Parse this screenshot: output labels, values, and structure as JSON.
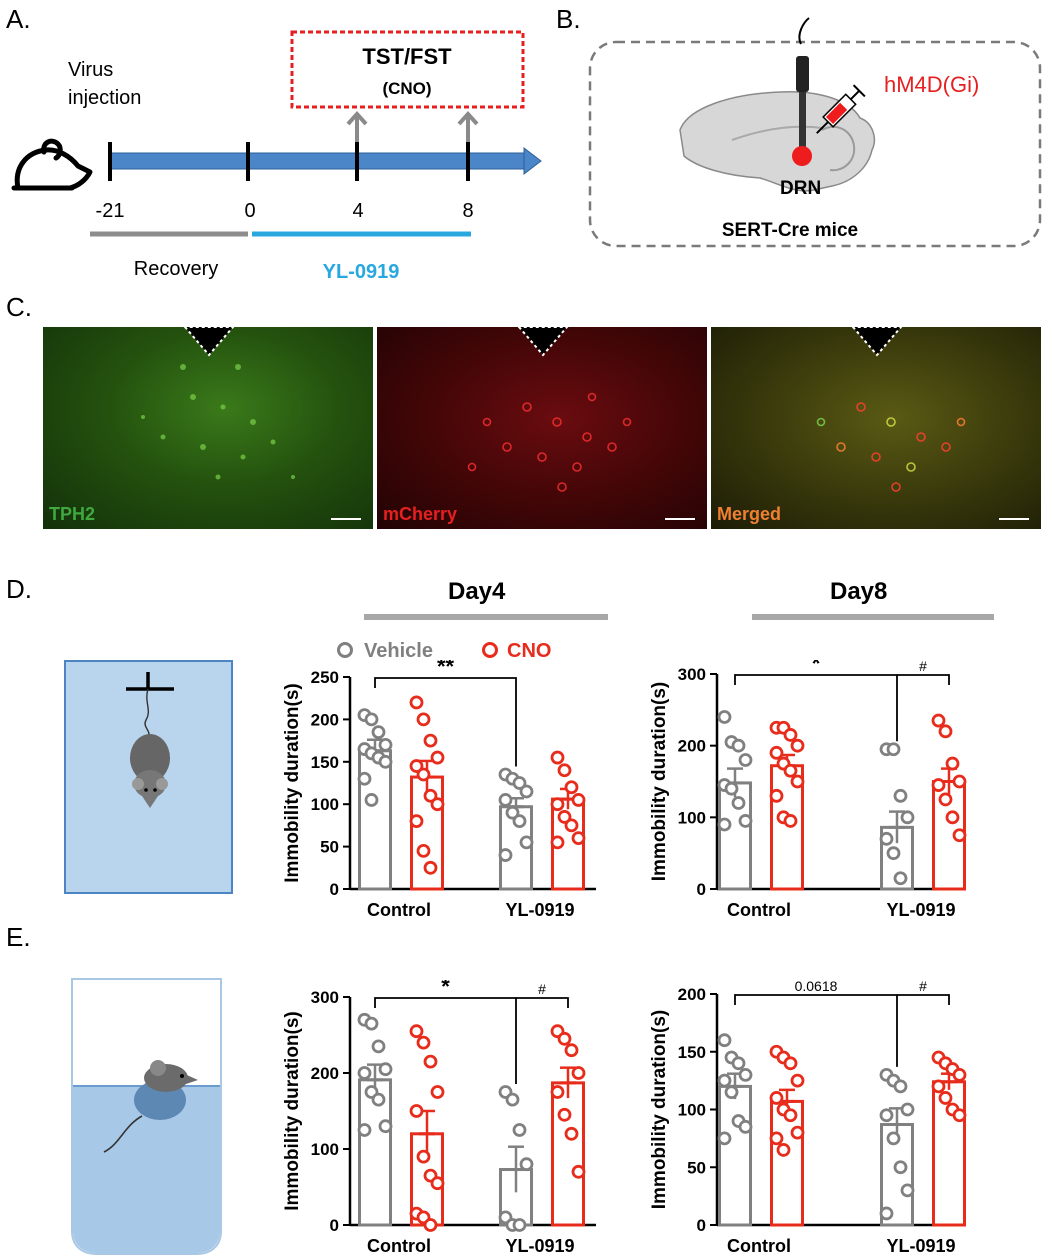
{
  "panels": {
    "a": "A.",
    "b": "B.",
    "c": "C.",
    "d": "D.",
    "e": "E."
  },
  "timeline": {
    "virus_line1": "Virus",
    "virus_line2": "injection",
    "box_line1": "TST/FST",
    "box_line2": "(CNO)",
    "ticks": [
      "-21",
      "0",
      "4",
      "8"
    ],
    "recovery": "Recovery",
    "treatment": "YL-0919",
    "colors": {
      "arrow": "#4a86c8",
      "recovery": "#8c8c8c",
      "treatment": "#29a8e0",
      "box": "#e62020"
    }
  },
  "schematic": {
    "drug": "hM4D(Gi)",
    "region": "DRN",
    "mice": "SERT-Cre mice"
  },
  "micrographs": [
    {
      "label": "TPH2",
      "color": "#3fa83f"
    },
    {
      "label": "mCherry",
      "color": "#e62020"
    },
    {
      "label": "Merged",
      "color": "#f08030"
    }
  ],
  "legend": {
    "vehicle": "Vehicle",
    "cno": "CNO",
    "vehicle_color": "#808080",
    "cno_color": "#e82c1c"
  },
  "headers": {
    "day4": "Day4",
    "day8": "Day8"
  },
  "chart_data": [
    {
      "id": "D-day4",
      "type": "bar",
      "categories": [
        "Control",
        "YL-0919"
      ],
      "ylabel": "Immobility duration(s)",
      "ylim": [
        0,
        250
      ],
      "yticks": [
        0,
        50,
        100,
        150,
        200,
        250
      ],
      "series": [
        {
          "name": "Vehicle",
          "values": [
            163,
            97
          ],
          "sem": [
            13,
            10
          ],
          "points": [
            [
              205,
              200,
              185,
              170,
              165,
              160,
              155,
              150,
              130,
              105
            ],
            [
              135,
              130,
              125,
              115,
              105,
              90,
              80,
              55,
              40
            ]
          ]
        },
        {
          "name": "CNO",
          "values": [
            132,
            106
          ],
          "sem": [
            19,
            12
          ],
          "points": [
            [
              220,
              200,
              175,
              155,
              145,
              135,
              110,
              100,
              80,
              45,
              25
            ],
            [
              155,
              140,
              120,
              105,
              100,
              85,
              75,
              60,
              55
            ]
          ]
        }
      ],
      "sig": [
        {
          "text": "**",
          "from": 0,
          "to": 1
        }
      ]
    },
    {
      "id": "D-day8",
      "type": "bar",
      "categories": [
        "Control",
        "YL-0919"
      ],
      "ylabel": "Immobility duration(s)",
      "ylim": [
        0,
        300
      ],
      "yticks": [
        0,
        100,
        200,
        300
      ],
      "series": [
        {
          "name": "Vehicle",
          "values": [
            148,
            86
          ],
          "sem": [
            20,
            22
          ],
          "points": [
            [
              240,
              205,
              200,
              180,
              145,
              140,
              120,
              95,
              90
            ],
            [
              195,
              195,
              130,
              100,
              70,
              50,
              15
            ]
          ]
        },
        {
          "name": "CNO",
          "values": [
            172,
            150
          ],
          "sem": [
            15,
            18
          ],
          "points": [
            [
              225,
              225,
              215,
              200,
              190,
              175,
              165,
              150,
              130,
              100,
              95
            ],
            [
              235,
              220,
              175,
              150,
              145,
              125,
              100,
              75
            ]
          ]
        }
      ],
      "sig": [
        {
          "text": "*",
          "from": 0,
          "to": 1
        },
        {
          "text": "#",
          "from": 1.22,
          "to": 1
        }
      ]
    },
    {
      "id": "E-left",
      "type": "bar",
      "categories": [
        "Control",
        "YL-0919"
      ],
      "ylabel": "Immobility duration(s)",
      "ylim": [
        0,
        300
      ],
      "yticks": [
        0,
        100,
        200,
        300
      ],
      "series": [
        {
          "name": "Vehicle",
          "values": [
            191,
            73
          ],
          "sem": [
            20,
            30
          ],
          "points": [
            [
              270,
              265,
              235,
              205,
              200,
              175,
              165,
              130,
              125
            ],
            [
              175,
              165,
              125,
              80,
              10,
              0,
              0
            ]
          ]
        },
        {
          "name": "CNO",
          "values": [
            120,
            187
          ],
          "sem": [
            30,
            20
          ],
          "points": [
            [
              255,
              240,
              215,
              175,
              150,
              90,
              65,
              55,
              15,
              10,
              0
            ],
            [
              255,
              245,
              230,
              200,
              175,
              145,
              120,
              70
            ]
          ]
        }
      ],
      "sig": [
        {
          "text": "*",
          "from": 0,
          "to": 1
        },
        {
          "text": "#",
          "from": 1.22,
          "to": 1
        }
      ]
    },
    {
      "id": "E-right",
      "type": "bar",
      "categories": [
        "Control",
        "YL-0919"
      ],
      "ylabel": "Immobility duration(s)",
      "ylim": [
        0,
        200
      ],
      "yticks": [
        0,
        50,
        100,
        150,
        200
      ],
      "series": [
        {
          "name": "Vehicle",
          "values": [
            120,
            87
          ],
          "sem": [
            11,
            14
          ],
          "points": [
            [
              160,
              145,
              140,
              130,
              125,
              115,
              90,
              85,
              75
            ],
            [
              130,
              125,
              120,
              100,
              95,
              75,
              50,
              30,
              10
            ]
          ]
        },
        {
          "name": "CNO",
          "values": [
            107,
            124
          ],
          "sem": [
            10,
            7
          ],
          "points": [
            [
              150,
              145,
              140,
              125,
              110,
              100,
              95,
              80,
              75,
              65
            ],
            [
              145,
              140,
              135,
              130,
              120,
              110,
              100,
              95
            ]
          ]
        }
      ],
      "sig": [
        {
          "text": "0.0618",
          "from": 0,
          "to": 1
        },
        {
          "text": "#",
          "from": 1.22,
          "to": 1
        }
      ]
    }
  ]
}
